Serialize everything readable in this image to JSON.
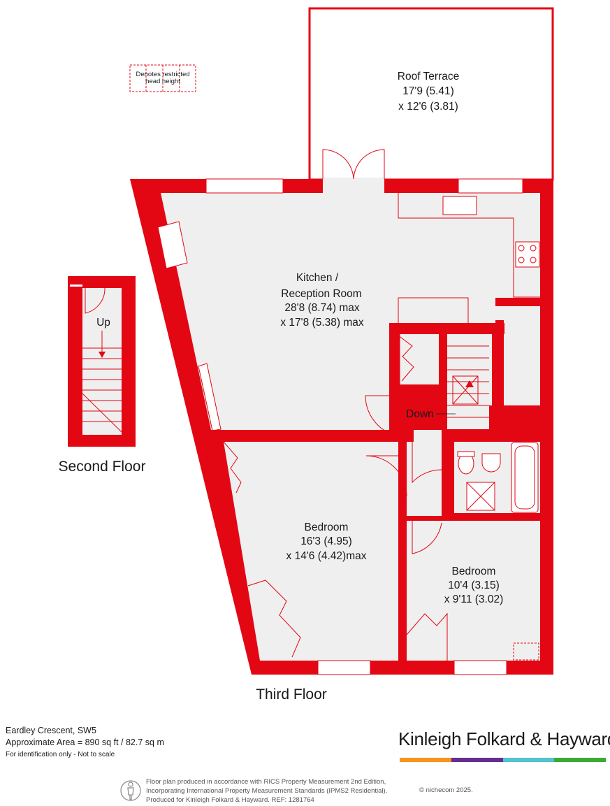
{
  "legend": {
    "text_line1": "Denotes restricted",
    "text_line2": "head height"
  },
  "rooms": {
    "roof_terrace": {
      "name": "Roof Terrace",
      "dim1": "17'9 (5.41)",
      "dim2": "x 12'6 (3.81)"
    },
    "kitchen": {
      "name1": "Kitchen /",
      "name2": "Reception Room",
      "dim1": "28'8 (8.74) max",
      "dim2": "x 17'8 (5.38) max"
    },
    "bedroom1": {
      "name": "Bedroom",
      "dim1": "16'3 (4.95)",
      "dim2": "x 14'6 (4.42)max"
    },
    "bedroom2": {
      "name": "Bedroom",
      "dim1": "10'4 (3.15)",
      "dim2": "x 9'11 (3.02)"
    }
  },
  "stairs": {
    "up": "Up",
    "down": "Down"
  },
  "floors": {
    "second": "Second Floor",
    "third": "Third Floor"
  },
  "footer": {
    "address": "Eardley Crescent, SW5",
    "area": "Approximate Area = 890 sq ft / 82.7 sq m",
    "note": "For identification only - Not to scale",
    "brand": "Kinleigh Folkard & Hayward",
    "brand_colors": [
      "#f7941d",
      "#662d91",
      "#4fc3cf",
      "#3aaa35"
    ],
    "small_print_1": "Floor plan produced in accordance with RICS Property Measurement 2nd Edition,",
    "small_print_2": "Incorporating International Property Measurement Standards (IPMS2 Residential).",
    "small_print_3": "Produced for Kinleigh Folkard & Hayward.   REF: 1281764",
    "copyright": "© nichecom 2025."
  },
  "colors": {
    "wall": "#e30613",
    "floor": "#efefef",
    "fixture_line": "#e30613"
  }
}
